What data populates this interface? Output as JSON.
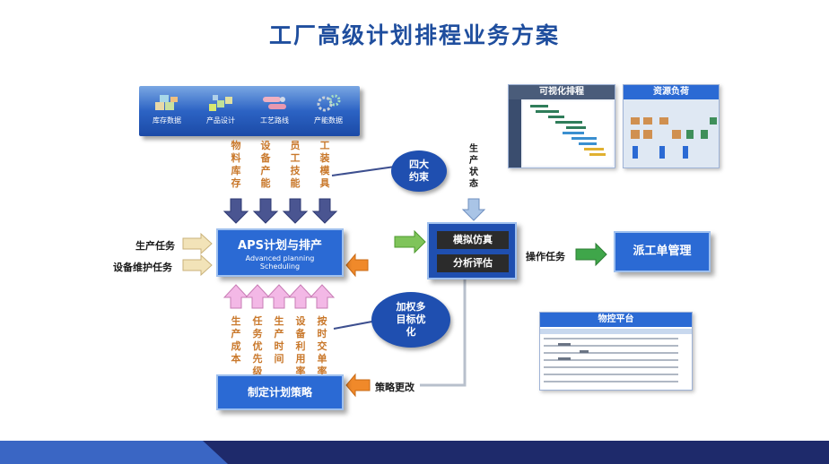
{
  "title": "工厂高级计划排程业务方案",
  "data_sources": [
    {
      "label": "库存数据",
      "icon": "boxes-icon"
    },
    {
      "label": "产品设计",
      "icon": "blocks-icon"
    },
    {
      "label": "工艺路线",
      "icon": "pipes-icon"
    },
    {
      "label": "产能数据",
      "icon": "gears-icon"
    }
  ],
  "constraints": [
    "物料库存",
    "设备产能",
    "员工技能",
    "工装模具"
  ],
  "constraint_bubble": "四大约束",
  "aps_box": {
    "title": "APS计划与排产",
    "subtitle_1": "Advanced planning",
    "subtitle_2": "Scheduling"
  },
  "inputs": {
    "task": "生产任务",
    "maintenance": "设备维护任务"
  },
  "objectives": [
    "生产成本",
    "任务优先级",
    "生产时间",
    "设备利用率",
    "按时交单率"
  ],
  "objective_bubble": "加权多目标优化",
  "strategy_box": "制定计划策略",
  "strategy_change": "策略更改",
  "production_status": "生产状态",
  "simulation": {
    "item_1": "模拟仿真",
    "item_2": "分析评估"
  },
  "operation_task": "操作任务",
  "dispatch_box": "派工单管理",
  "screenshots": {
    "gantt": "可视化排程",
    "resource": "资源负荷",
    "control": "物控平台"
  },
  "colors": {
    "primary": "#2b6ad4",
    "title": "#1f4e9e",
    "constraint_text": "#c9782b",
    "bar_dark": "#1e2a6b",
    "bar_light": "#3a66c4"
  }
}
